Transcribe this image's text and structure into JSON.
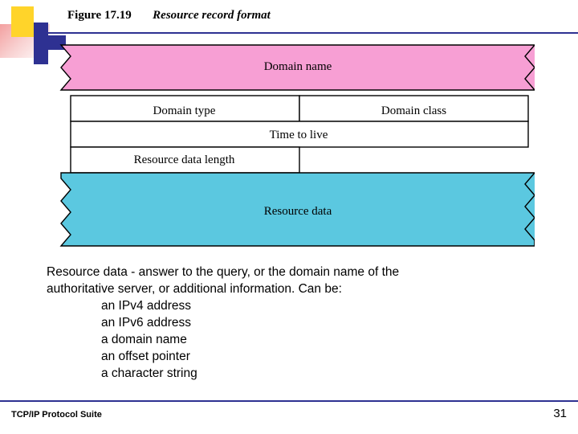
{
  "figure": {
    "label": "Figure 17.19",
    "title": "Resource record format"
  },
  "diagram": {
    "type": "packet-format",
    "fields": [
      {
        "name": "domain-name",
        "label": "Domain name",
        "fill": "#f79fd4",
        "variable": true
      },
      {
        "name": "domain-type",
        "label": "Domain type",
        "fill": "#ffffff",
        "variable": false
      },
      {
        "name": "domain-class",
        "label": "Domain class",
        "fill": "#ffffff",
        "variable": false
      },
      {
        "name": "time-to-live",
        "label": "Time to live",
        "fill": "#ffffff",
        "variable": false
      },
      {
        "name": "resource-data-length",
        "label": "Resource data length",
        "fill": "#ffffff",
        "variable": false
      },
      {
        "name": "resource-data",
        "label": "Resource data",
        "fill": "#5bc8e0",
        "variable": true
      }
    ],
    "colors": {
      "domain_name_fill": "#f79fd4",
      "resource_data_fill": "#5bc8e0",
      "outline": "#000000"
    }
  },
  "notes": {
    "lines": [
      "Resource data - answer to the query, or the domain name of the",
      "authoritative server, or additional information.  Can be:"
    ],
    "bullets": [
      "an IPv4 address",
      "an IPv6 address",
      "a domain name",
      "an offset pointer",
      "a character string"
    ]
  },
  "footer": {
    "book": "TCP/IP Protocol Suite",
    "page": "31"
  }
}
